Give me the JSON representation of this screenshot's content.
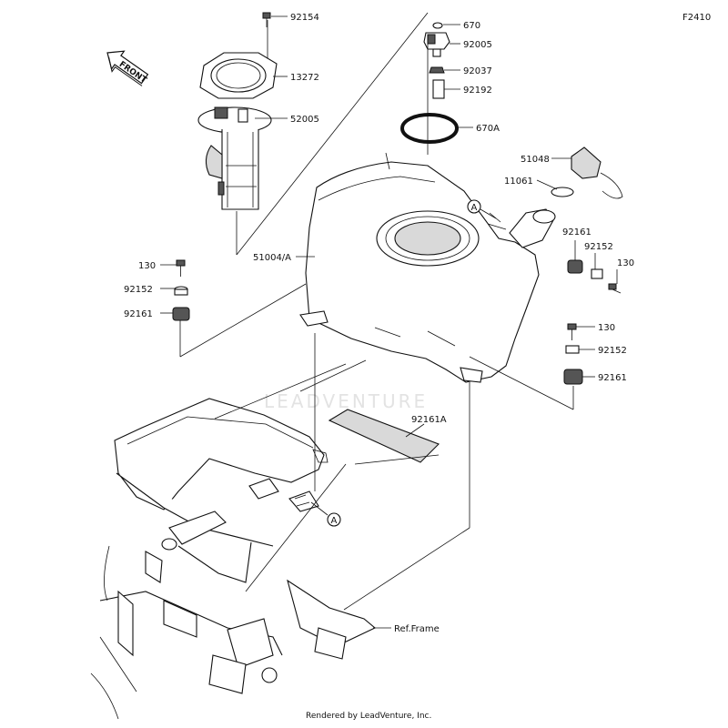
{
  "diagram_code": "F2410",
  "front_label": "FRONT",
  "watermark": "LEADVENTURE",
  "footer": "Rendered by LeadVenture, Inc.",
  "callout_letter": "A",
  "frame_ref": "Ref.Frame",
  "parts": [
    {
      "id": "92154"
    },
    {
      "id": "13272"
    },
    {
      "id": "52005"
    },
    {
      "id": "670"
    },
    {
      "id": "92005"
    },
    {
      "id": "92037"
    },
    {
      "id": "92192"
    },
    {
      "id": "670A"
    },
    {
      "id": "51048"
    },
    {
      "id": "11061"
    },
    {
      "id": "92161"
    },
    {
      "id": "92152"
    },
    {
      "id": "130"
    },
    {
      "id": "51004/A"
    },
    {
      "id": "130"
    },
    {
      "id": "92152"
    },
    {
      "id": "92161"
    },
    {
      "id": "130"
    },
    {
      "id": "92152"
    },
    {
      "id": "92161"
    },
    {
      "id": "92161A"
    }
  ]
}
